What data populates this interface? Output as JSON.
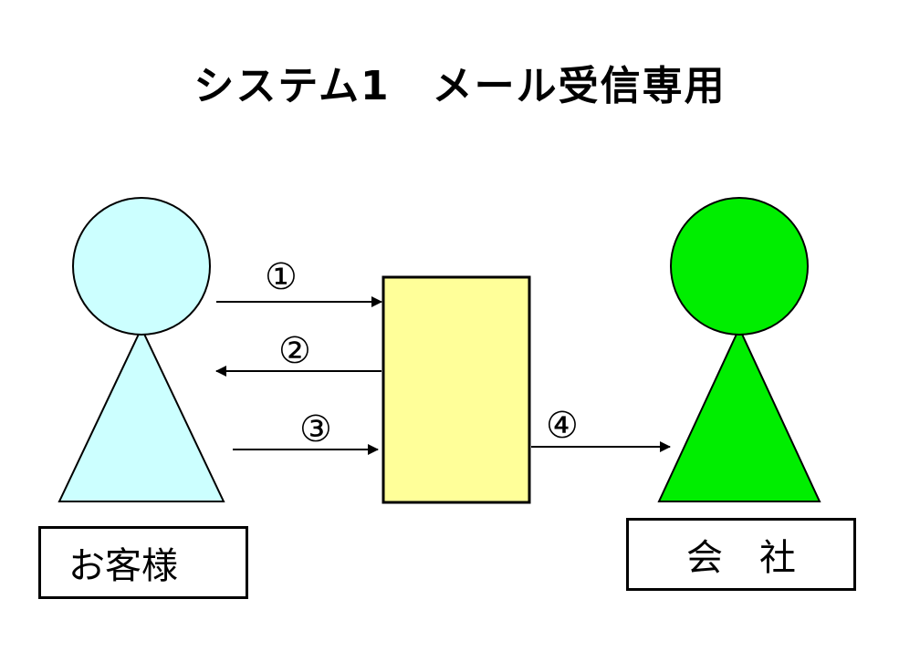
{
  "title": "システム1　メール受信専用",
  "labels": {
    "customer": "お客様",
    "company": "会　社"
  },
  "steps": [
    "①",
    "②",
    "③",
    "④"
  ],
  "colors": {
    "customer_fill": "#ccffff",
    "company_fill": "#00ee00",
    "system_fill": "#ffff99",
    "stroke": "#000000"
  }
}
